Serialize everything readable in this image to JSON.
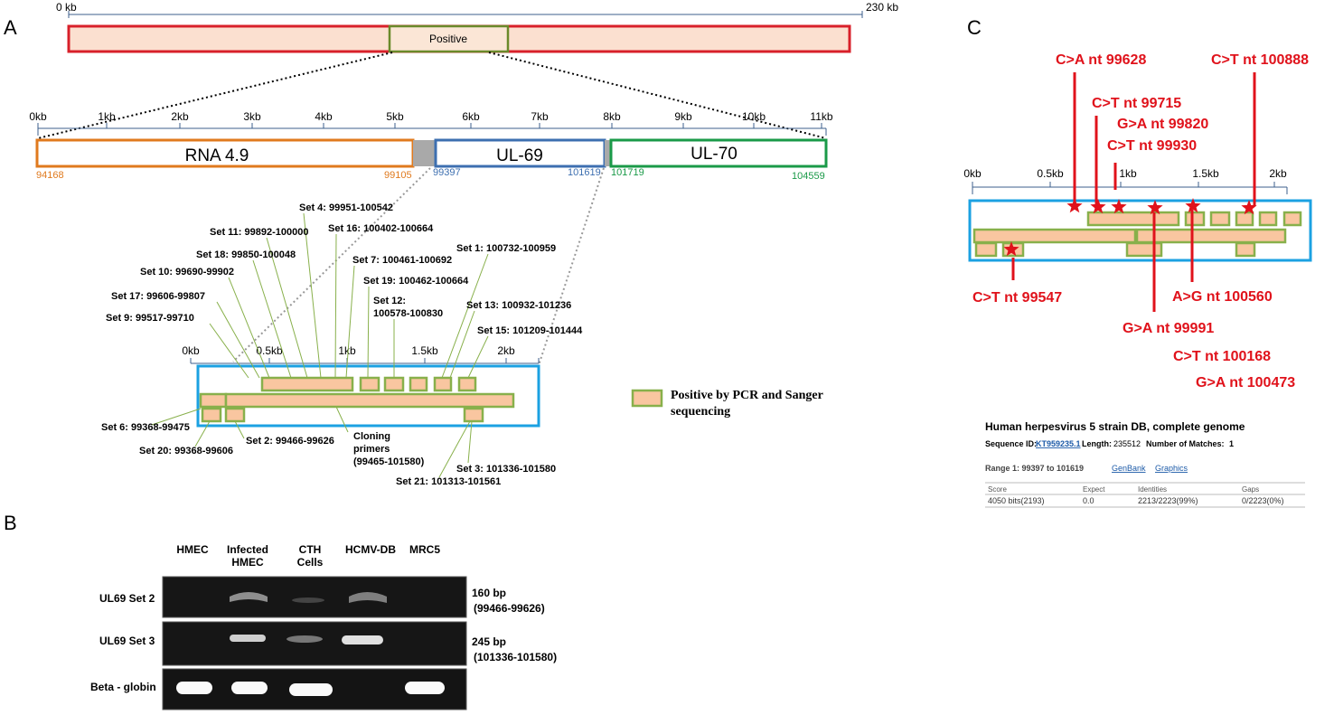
{
  "panels": {
    "a": "A",
    "b": "B",
    "c": "C"
  },
  "genome": {
    "start": "0 kb",
    "end": "230 kb",
    "positive_label": "Positive"
  },
  "zoom_ticks": [
    "0kb",
    "1kb",
    "2kb",
    "3kb",
    "4kb",
    "5kb",
    "6kb",
    "7kb",
    "8kb",
    "9kb",
    "10kb",
    "11kb"
  ],
  "genes": [
    {
      "name": "RNA 4.9",
      "start": "94168",
      "end": "99105",
      "color": "#e07a1e"
    },
    {
      "name": "UL-69",
      "start": "99397",
      "end": "101619",
      "color": "#3d6fb0"
    },
    {
      "name": "UL-70",
      "start": "101719",
      "end": "104559",
      "color": "#1a9a48"
    }
  ],
  "small_ticks": [
    "0kb",
    "0.5kb",
    "1kb",
    "1.5kb",
    "2kb"
  ],
  "sets_top": [
    "Set 4: 99951-100542",
    "Set 11: 99892-100000",
    "Set 16: 100402-100664",
    "Set 18: 99850-100048",
    "Set 7: 100461-100692",
    "Set 1: 100732-100959",
    "Set 10: 99690-99902",
    "Set 19: 100462-100664",
    "Set 12:",
    "100578-100830",
    "Set 13: 100932-101236",
    "Set 17: 99606-99807",
    "Set 9: 99517-99710",
    "Set 15: 101209-101444"
  ],
  "sets_bottom": [
    "Set 6: 99368-99475",
    "Set 20: 99368-99606",
    "Set 2: 99466-99626",
    "Cloning",
    "primers",
    "(99465-101580)",
    "Set 3: 101336-101580",
    "Set 21: 101313-101561"
  ],
  "legend": {
    "line1": "Positive by PCR and Sanger",
    "line2": "sequencing"
  },
  "gel": {
    "columns": [
      "HMEC",
      "Infected",
      "HMEC",
      "CTH",
      "Cells",
      "HCMV-DB",
      "MRC5"
    ],
    "rows": [
      "UL69 Set 2",
      "UL69 Set 3",
      "Beta - globin"
    ],
    "sizes": [
      "160 bp",
      "(99466-99626)",
      "245 bp",
      "(101336-101580)"
    ]
  },
  "mutations_top": [
    "C>A nt 99628",
    "C>T nt 100888",
    "C>T nt 99715",
    "G>A nt 99820",
    "C>T nt 99930"
  ],
  "mutations_bottom": [
    "C>T nt 99547",
    "A>G nt 100560",
    "G>A nt 99991",
    "C>T nt 100168",
    "G>A nt 100473"
  ],
  "c_ticks": [
    "0kb",
    "0.5kb",
    "1kb",
    "1.5kb",
    "2kb"
  ],
  "blast": {
    "title": "Human herpesvirus 5 strain DB, complete genome",
    "seq_id_label": "Sequence ID:",
    "seq_id": "KT959235.1",
    "length_label": "Length:",
    "length": "235512",
    "matches_label": "Number of Matches:",
    "matches": "1",
    "range": "Range 1: 99397 to 101619",
    "genbank": "GenBank",
    "graphics": "Graphics",
    "headers": [
      "Score",
      "Expect",
      "Identities",
      "Gaps"
    ],
    "values": [
      "4050 bits(2193)",
      "0.0",
      "2213/2223(99%)",
      "0/2223(0%)"
    ]
  }
}
